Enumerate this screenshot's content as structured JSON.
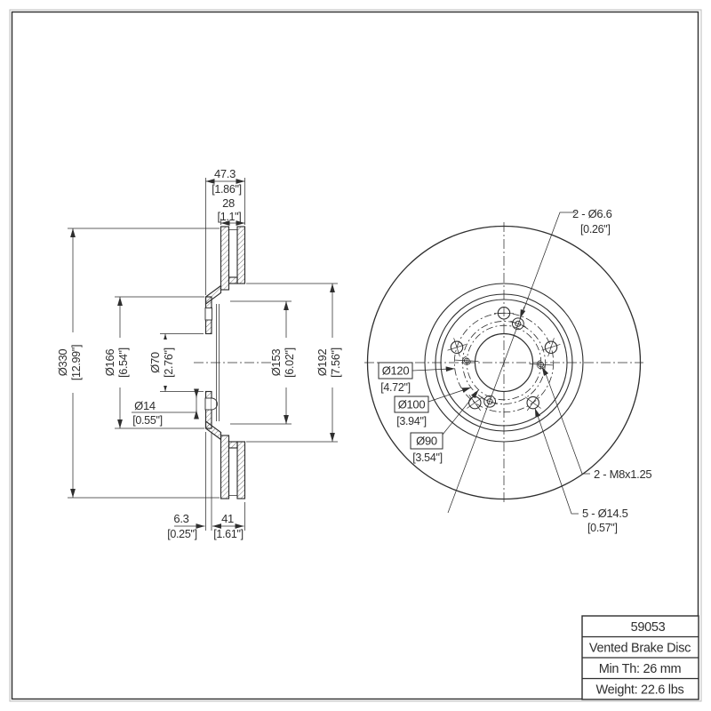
{
  "colors": {
    "line": "#2e2e2e",
    "background": "#ffffff"
  },
  "section_view": {
    "dim_overall_width": {
      "mm": "47.3",
      "inch": "[1.86\"]"
    },
    "dim_band_width": {
      "mm": "28",
      "inch": "[1.1\"]"
    },
    "dim_outer_diameter": {
      "mm": "Ø330",
      "inch": "[12.99\"]"
    },
    "dim_hat_diameter": {
      "mm": "Ø166",
      "inch": "[6.54\"]"
    },
    "dim_bore_diameter": {
      "mm": "Ø70",
      "inch": "[2.76\"]"
    },
    "dim_countersink": {
      "mm": "Ø14",
      "inch": "[0.55\"]"
    },
    "dim_inner_diameter_153": {
      "mm": "Ø153",
      "inch": "[6.02\"]"
    },
    "dim_inner_diameter_192": {
      "mm": "Ø192",
      "inch": "[7.56\"]"
    },
    "dim_hat_face_offset": {
      "mm": "6.3",
      "inch": "[0.25\"]"
    },
    "dim_hat_depth": {
      "mm": "41",
      "inch": "[1.61\"]"
    }
  },
  "front_view": {
    "label_screw_holes": {
      "text": "2 - Ø6.6",
      "inch": "[0.26\"]"
    },
    "label_bolt_circle_120": {
      "text": "Ø120",
      "inch": "[4.72\"]"
    },
    "label_bolt_circle_100": {
      "text": "Ø100",
      "inch": "[3.94\"]"
    },
    "label_bolt_circle_90": {
      "text": "Ø90",
      "inch": "[3.54\"]"
    },
    "label_thread_holes": {
      "text": "2 - M8x1.25"
    },
    "label_stud_holes": {
      "text": "5 - Ø14.5",
      "inch": "[0.57\"]"
    }
  },
  "title_block": {
    "part_number": "59053",
    "description": "Vented Brake Disc",
    "min_thickness": "Min Th: 26 mm",
    "weight": "Weight: 22.6 lbs"
  }
}
